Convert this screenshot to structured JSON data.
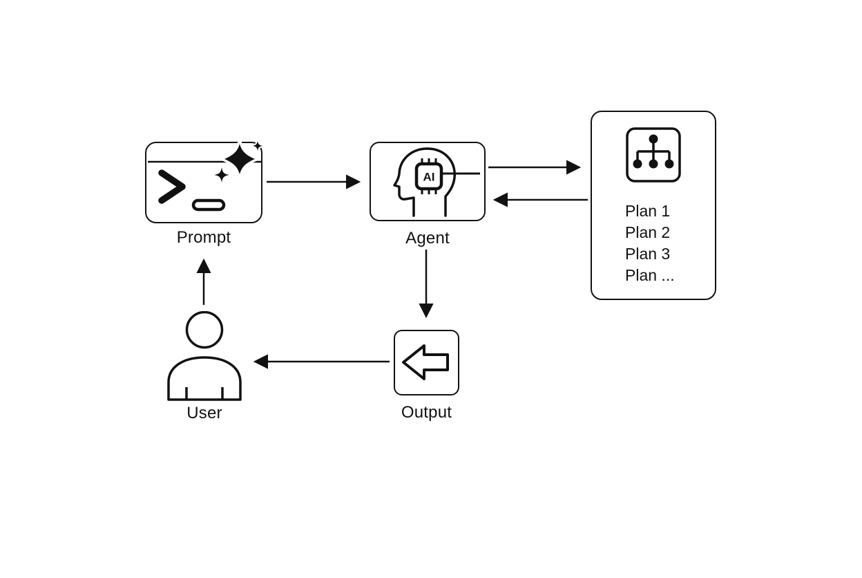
{
  "diagram": {
    "background": "#ffffff",
    "stroke_color": "#111111",
    "nodes": {
      "prompt": {
        "label": "Prompt",
        "icon": "terminal-sparkle-icon"
      },
      "agent": {
        "label": "Agent",
        "icon": "ai-head-chip-icon",
        "chip_label": "AI"
      },
      "plans": {
        "icon": "hierarchy-tree-icon",
        "items": [
          "Plan 1",
          "Plan 2",
          "Plan 3",
          "Plan ..."
        ]
      },
      "output": {
        "label": "Output",
        "icon": "left-block-arrow-icon"
      },
      "user": {
        "label": "User",
        "icon": "person-icon"
      }
    },
    "edges": [
      {
        "from": "prompt",
        "to": "agent"
      },
      {
        "from": "agent",
        "to": "plans"
      },
      {
        "from": "plans",
        "to": "agent"
      },
      {
        "from": "agent",
        "to": "output"
      },
      {
        "from": "output",
        "to": "user"
      },
      {
        "from": "user",
        "to": "prompt"
      }
    ]
  }
}
